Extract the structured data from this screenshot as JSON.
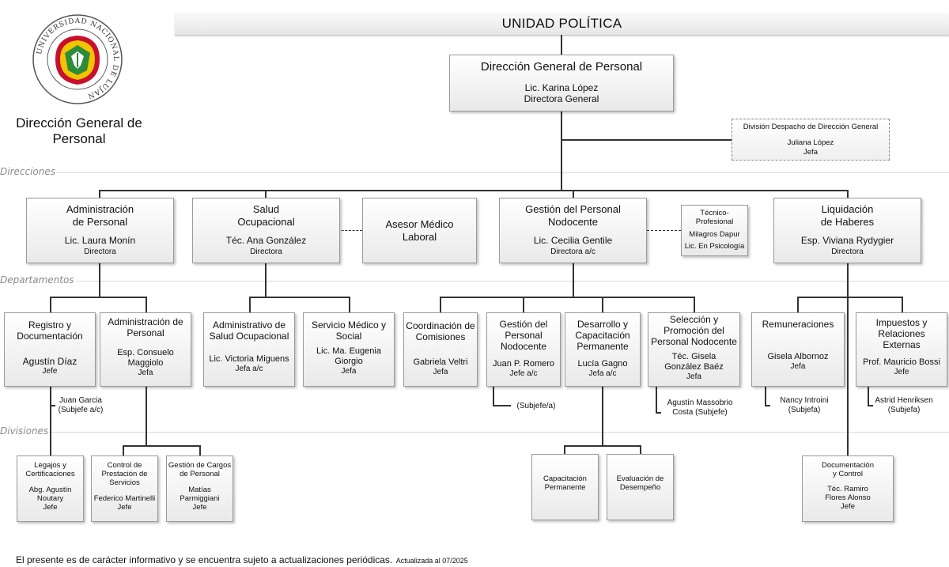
{
  "header": {
    "title": "UNIDAD POLÍTICA"
  },
  "logo": {
    "ring_text": "UNIVERSIDAD NACIONAL DE LUJAN",
    "colors": {
      "red": "#c8102e",
      "gold": "#f2c400",
      "green": "#2e8b3a"
    }
  },
  "page_title": "Dirección General de Personal",
  "sections": {
    "direcciones": "Direcciones",
    "departamentos": "Departamentos",
    "divisiones": "Divisiones"
  },
  "top": {
    "title": "Dirección General de Personal",
    "name": "Lic. Karina López",
    "role": "Directora General"
  },
  "despacho": {
    "title": "División Despacho de Dirección General",
    "name": "Juliana López",
    "role": "Jefa"
  },
  "direcciones": [
    {
      "title_l1": "Administración",
      "title_l2": "de Personal",
      "name": "Lic. Laura Monín",
      "role": "Directora"
    },
    {
      "title_l1": "Salud",
      "title_l2": "Ocupacional",
      "name": "Téc. Ana González",
      "role": "Directora"
    },
    {
      "title_l1": "Asesor Médico",
      "title_l2": "Laboral"
    },
    {
      "title_l1": "Gestión del Personal",
      "title_l2": "Nodocente",
      "name": "Lic. Cecilia Gentile",
      "role": "Directora a/c"
    },
    {
      "title_l1": "Liquidación",
      "title_l2": "de Haberes",
      "name": "Esp. Viviana Rydygier",
      "role": "Directora"
    }
  ],
  "tecnico": {
    "l1": "Técnico-",
    "l2": "Profesional",
    "name": "Milagros Dapur",
    "role": "Lic. En Psicología"
  },
  "departamentos": [
    {
      "l1": "Registro y",
      "l2": "Documentación",
      "l3": "",
      "name": "Agustín Díaz",
      "role": "Jefe"
    },
    {
      "l1": "Administración de",
      "l2": "Personal",
      "l3": "",
      "name": "Esp. Consuelo Maggiolo",
      "role": "Jefa"
    },
    {
      "l1": "Administrativo de",
      "l2": "Salud Ocupacional",
      "l3": "",
      "name": "Lic. Victoria Miguens",
      "role": "Jefa a/c"
    },
    {
      "l1": "Servicio Médico y",
      "l2": "Social",
      "l3": "",
      "name": "Lic. Ma. Eugenia Giorgio",
      "role": "Jefa"
    },
    {
      "l1": "Coordinación de",
      "l2": "Comisiones",
      "l3": "",
      "name": "Gabriela Veltri",
      "role": "Jefa"
    },
    {
      "l1": "Gestión del",
      "l2": "Personal",
      "l3": "Nodocente",
      "name": "Juan P. Romero",
      "role": "Jefe a/c"
    },
    {
      "l1": "Desarrollo y",
      "l2": "Capacitación",
      "l3": "Permanente",
      "name": "Lucía Gagno",
      "role": "Jefa a/c"
    },
    {
      "l1": "Selección y",
      "l2": "Promoción del",
      "l3": "Personal Nodocente",
      "name": "Téc. Gisela González Baéz",
      "role": "Jefa"
    },
    {
      "l1": "Remuneraciones",
      "l2": "",
      "l3": "",
      "name": "Gisela Albornoz",
      "role": "Jefa"
    },
    {
      "l1": "Impuestos y",
      "l2": "Relaciones",
      "l3": "Externas",
      "name": "Prof. Mauricio Bossi",
      "role": "Jefe"
    }
  ],
  "subjefes": [
    {
      "l1": "Juan Garcia",
      "l2": "(Subjefe a/c)"
    },
    {
      "l1": "(Subjefe/a)",
      "l2": ""
    },
    {
      "l1": "Agustín Massobrio",
      "l2": "Costa (Subjefe)"
    },
    {
      "l1": "Nancy Introini",
      "l2": "(Subjefa)"
    },
    {
      "l1": "Astrid Henriksen",
      "l2": "(Subjefa)"
    }
  ],
  "divisiones": [
    {
      "l1": "Legajos y",
      "l2": "Certificaciones",
      "l3": "",
      "name": "Abg. Agustín Noutary",
      "role": "Jefe"
    },
    {
      "l1": "Control de",
      "l2": "Prestación de",
      "l3": "Servicios",
      "name": "Federico Martinelli",
      "role": "Jefe"
    },
    {
      "l1": "Gestión de Cargos",
      "l2": "de Personal",
      "l3": "",
      "name": "Matías Parmiggiani",
      "role": "Jefe"
    },
    {
      "l1": "Capacitación",
      "l2": "Permanente",
      "l3": "",
      "name": "",
      "role": ""
    },
    {
      "l1": "Evaluación de",
      "l2": "Desempeño",
      "l3": "",
      "name": "",
      "role": ""
    },
    {
      "l1": "Documentación",
      "l2": "y Control",
      "l3": "",
      "name": "Téc. Ramiro Flores Alonso",
      "role": "Jefe"
    }
  ],
  "footer": {
    "text": "El presente es de carácter informativo y se encuentra sujeto a actualizaciones periódicas.",
    "updated": "Actualizada al 07/2025"
  }
}
